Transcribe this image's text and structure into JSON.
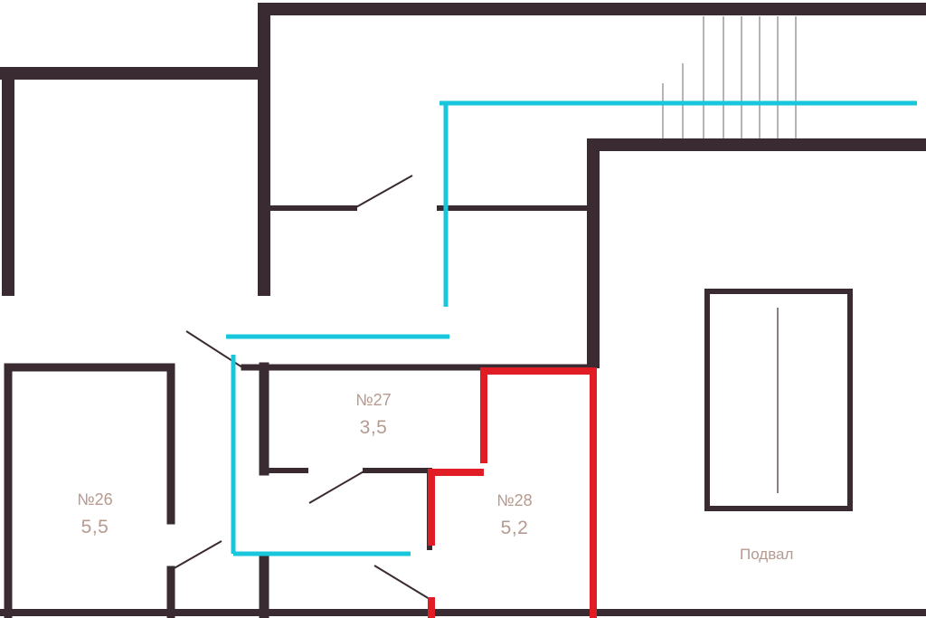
{
  "plan": {
    "wall_color": "#3a2b32",
    "route_color": "#19c7dc",
    "highlight_color": "#e01c24",
    "label_color": "#b59a90",
    "rooms": [
      {
        "id": "26",
        "number": "№26",
        "area": "5,5"
      },
      {
        "id": "27",
        "number": "№27",
        "area": "3,5"
      },
      {
        "id": "28",
        "number": "№28",
        "area": "5,2"
      }
    ],
    "basement_label": "Подвал"
  }
}
